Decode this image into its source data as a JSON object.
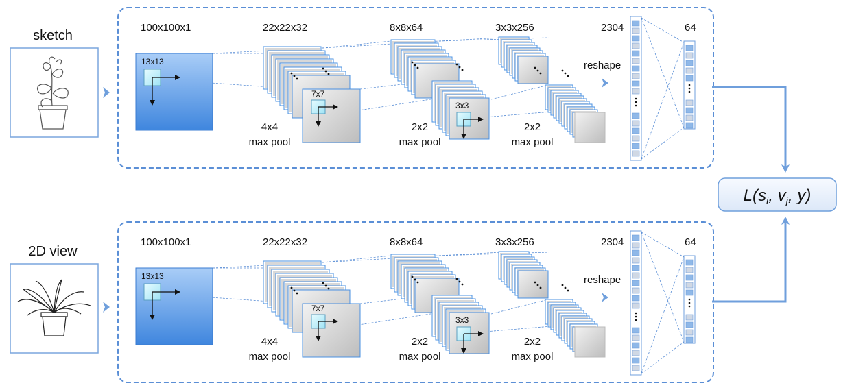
{
  "inputs": {
    "sketch_label": "sketch",
    "view_label": "2D view"
  },
  "branch": {
    "dims": [
      "100x100x1",
      "22x22x32",
      "8x8x64",
      "3x3x256",
      "2304",
      "64"
    ],
    "kernels": [
      "13x13",
      "7x7",
      "3x3"
    ],
    "pools": [
      {
        "size": "4x4",
        "op": "max pool"
      },
      {
        "size": "2x2",
        "op": "max pool"
      },
      {
        "size": "2x2",
        "op": "max pool"
      }
    ],
    "reshape": "reshape"
  },
  "loss": {
    "text": "L(s",
    "sub_i": "i",
    "mid": ", v",
    "sub_j": "j",
    "tail": ", y)"
  },
  "colors": {
    "frame": "#5b8fd6",
    "input_blue": "#4a90e2",
    "kernel_cyan": "#c8f4ff",
    "fmap_gray": "#d3d3d3",
    "vec_cell": "#8fb8e8",
    "loss_fill": "#eaf1fb"
  }
}
